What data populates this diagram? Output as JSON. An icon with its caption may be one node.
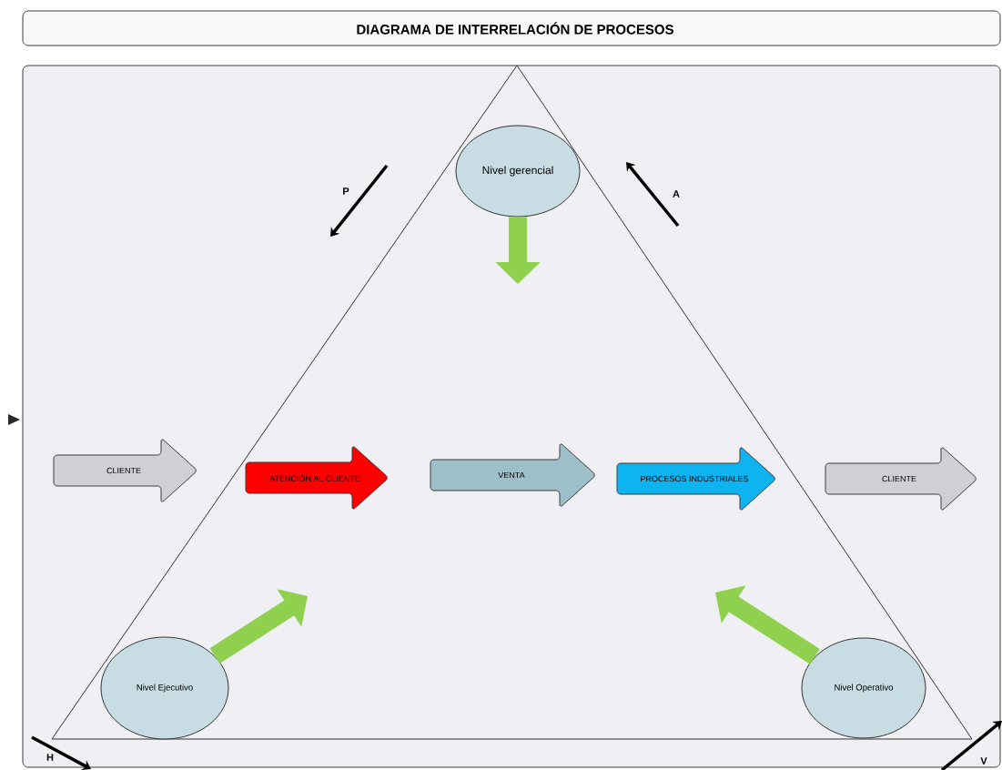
{
  "diagram": {
    "title": "DIAGRAMA DE INTERRELACIÓN DE PROCESOS",
    "nodes": [
      {
        "text": [
          "Nivel gerencial"
        ]
      },
      {
        "text": [
          "Nivel Ejecutivo"
        ]
      },
      {
        "text": [
          "Nivel Operativo"
        ]
      },
      {
        "text": [
          "CLIENTE"
        ]
      },
      {
        "text": [
          "ATENCIÓN AL CLIENTE"
        ]
      },
      {
        "text": [
          "VENTA"
        ]
      },
      {
        "text": [
          "PROCESOS INDUSTRIALES"
        ]
      },
      {
        "text": [
          "CLIENTE"
        ]
      }
    ],
    "edges": [
      {
        "from": 0,
        "to": null,
        "arrow": "to"
      },
      {
        "from": 1,
        "to": null,
        "arrow": "to"
      },
      {
        "from": 2,
        "to": null,
        "arrow": "to"
      }
    ],
    "labels": [
      "P",
      "A",
      "H",
      "V"
    ]
  }
}
